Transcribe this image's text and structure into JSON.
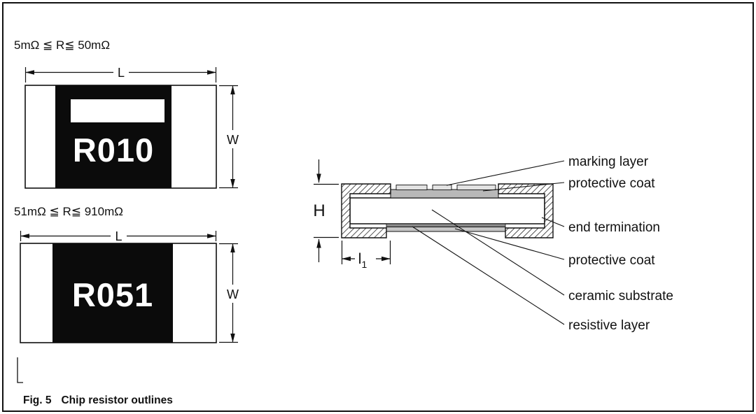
{
  "figure": {
    "caption_fig": "Fig. 5",
    "caption_title": "Chip resistor outlines"
  },
  "colors": {
    "ink": "#111111",
    "resistor_body": "#0b0b0b"
  },
  "top_resistor": {
    "range": "5mΩ ≦ R≦ 50mΩ",
    "marking": "R010",
    "dim_L": "L",
    "dim_W": "W"
  },
  "bottom_resistor": {
    "range": "51mΩ ≦ R≦ 910mΩ",
    "marking": "R051",
    "dim_L": "L",
    "dim_W": "W"
  },
  "cross_section": {
    "dim_H": "H",
    "dim_l1": "l",
    "dim_l1_sub": "1",
    "labels": {
      "marking_layer": "marking layer",
      "protective_coat_top": "protective coat",
      "end_termination": "end termination",
      "protective_coat_bottom": "protective coat",
      "ceramic_substrate": "ceramic substrate",
      "resistive_layer": "resistive layer"
    }
  }
}
